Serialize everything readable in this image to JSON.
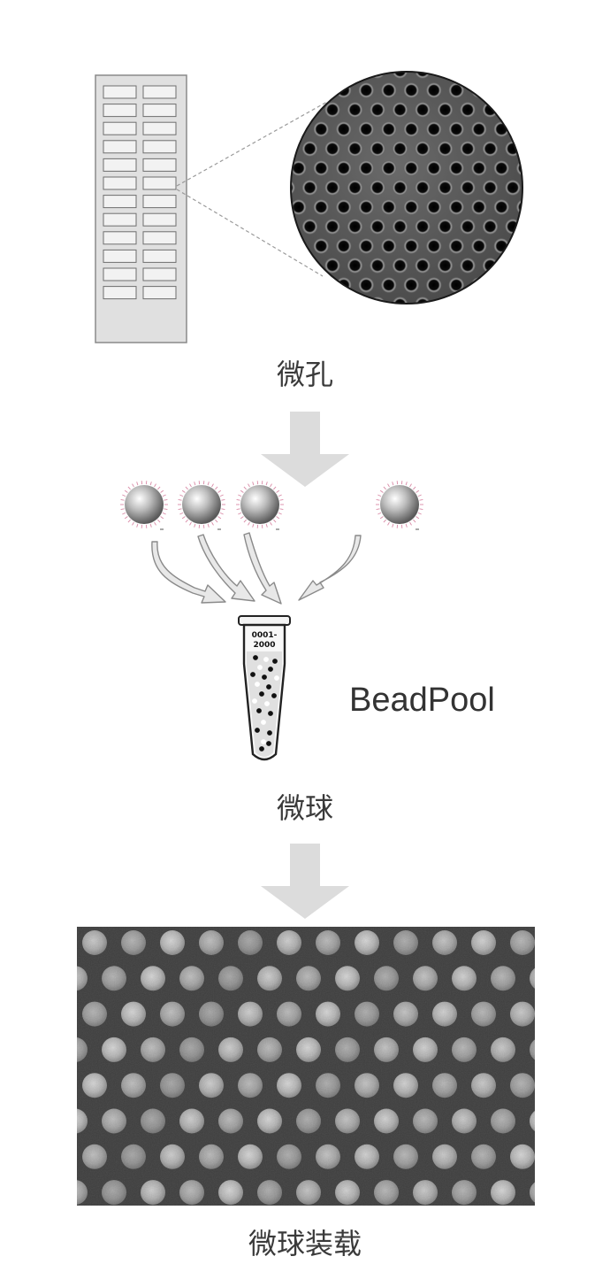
{
  "labels": {
    "microwell": "微孔",
    "beadpool": "BeadPool",
    "microbead": "微球",
    "bead_loading": "微球装载"
  },
  "tube": {
    "label_line1": "0001-",
    "label_line2": "2000"
  },
  "colors": {
    "arrow": "#dcdcdc",
    "slide_fill": "#e0e0e0",
    "slide_stroke": "#8a8a8a",
    "well_surface": "#5e5e5e",
    "hole": "#0d0d0d",
    "image_bg": "#3d3d3d",
    "bead_pink": "#d98aa6",
    "text": "#3a3a3a"
  }
}
